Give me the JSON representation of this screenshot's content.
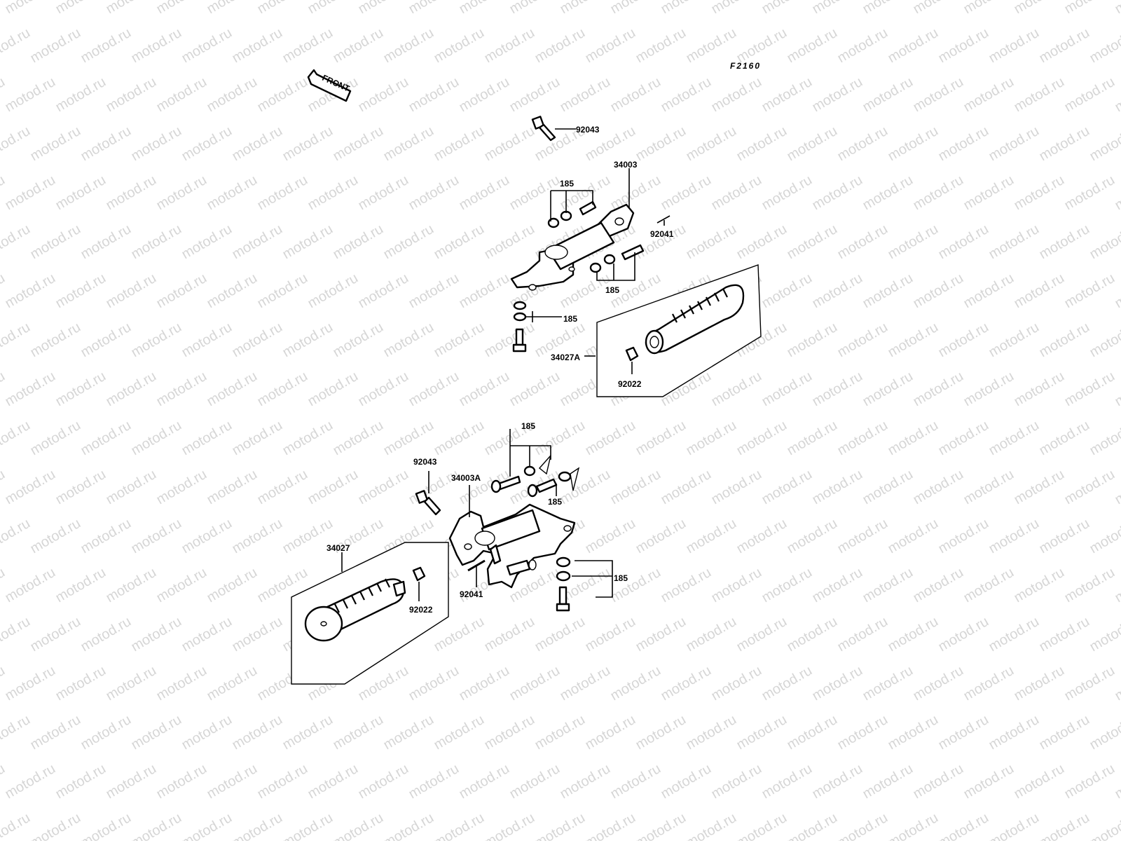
{
  "figure_code": "F2160",
  "front_marker": "FRONT",
  "watermark": "motod.ru",
  "callouts": {
    "top_bolt": "92043",
    "top_bracket": "34003",
    "top_fastener_upper": "185",
    "top_pin": "92041",
    "top_fastener_lower": "185",
    "top_fastener_left": "185",
    "top_footpeg": "34027A",
    "top_washer": "92022",
    "bottom_fastener_upper": "185",
    "bottom_bolt": "92043",
    "bottom_bracket": "34003A",
    "bottom_fastener_mid": "185",
    "bottom_footpeg": "34027",
    "bottom_washer": "92022",
    "bottom_pin": "92041",
    "bottom_fastener_right": "185"
  }
}
